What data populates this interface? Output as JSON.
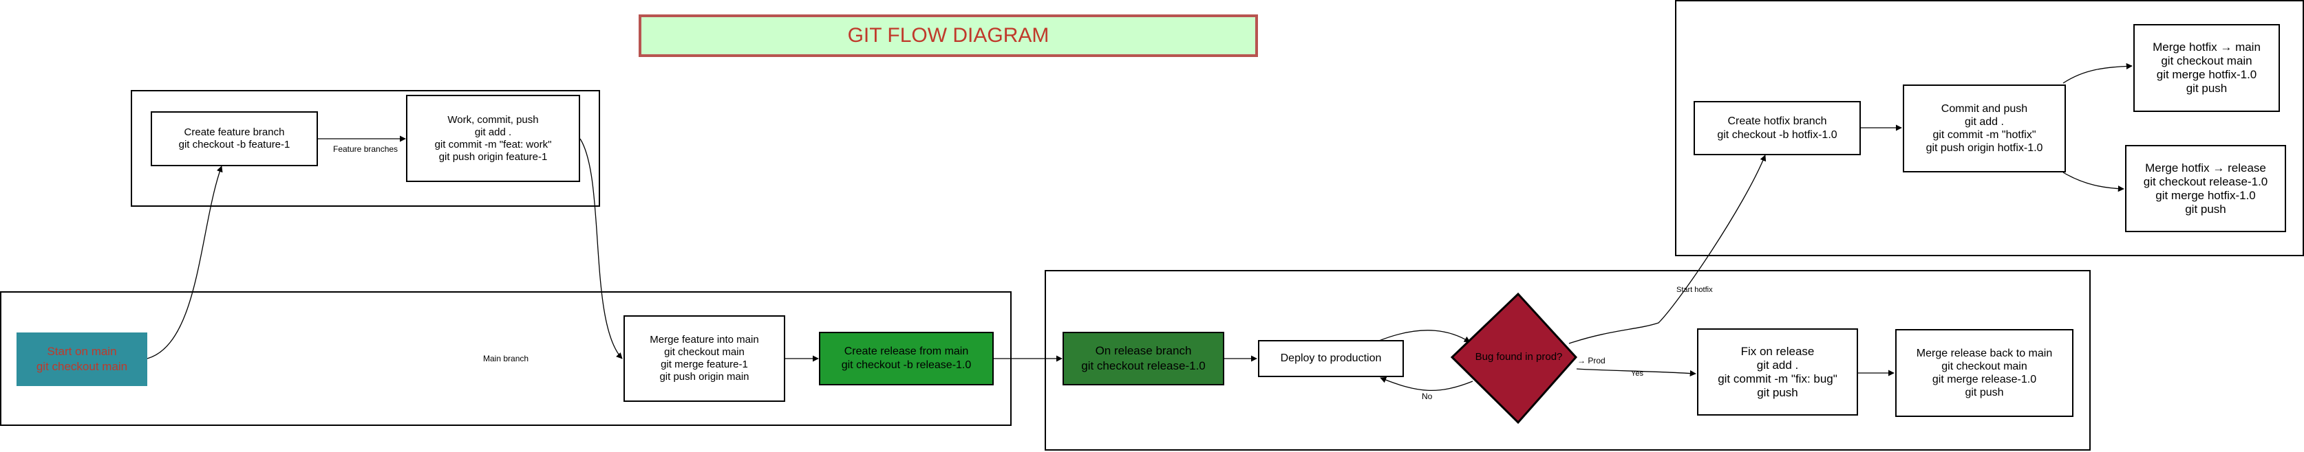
{
  "title": "GIT FLOW DIAGRAM",
  "colors": {
    "title_fill": "#ccffcc",
    "title_border": "#b85450",
    "title_text": "#c0392b",
    "start_fill": "#2f8f9d",
    "start_text": "#c0392b",
    "release_fill": "#1f9a2f",
    "on_release_fill": "#2e7d32",
    "diamond_fill": "#a0182f"
  },
  "nodes": {
    "start": "Start on main\ngit checkout main",
    "create_feature": "Create feature branch\ngit checkout -b feature-1",
    "work_commit": "Work, commit, push\ngit add .\ngit commit -m \"feat: work\"\ngit push origin feature-1",
    "merge_feature": "Merge feature into main\ngit checkout main\ngit merge feature-1\ngit push origin main",
    "create_release": "Create release from main\ngit checkout -b release-1.0",
    "on_release": "On release branch\ngit checkout release-1.0",
    "deploy": "Deploy to production",
    "bug_found": "Bug found in prod?",
    "fix_on_release": "Fix on release\ngit add .\ngit commit -m \"fix: bug\"\ngit push",
    "merge_release_back": "Merge release back to main\ngit checkout main\ngit merge release-1.0\ngit push",
    "create_hotfix": "Create hotfix branch\ngit checkout -b hotfix-1.0",
    "commit_push_hotfix": "Commit and push\ngit add .\ngit commit -m \"hotfix\"\ngit push origin hotfix-1.0",
    "merge_hotfix_main": "Merge hotfix → main\ngit checkout main\ngit merge hotfix-1.0\ngit push",
    "merge_hotfix_release": "Merge hotfix → release\ngit checkout release-1.0\ngit merge hotfix-1.0\ngit push"
  },
  "labels": {
    "feature_branches": "Feature branches",
    "main_branch": "Main branch",
    "prod": "→ Prod",
    "yes": "Yes",
    "no": "No",
    "start_hotfix": "Start hotfix"
  }
}
